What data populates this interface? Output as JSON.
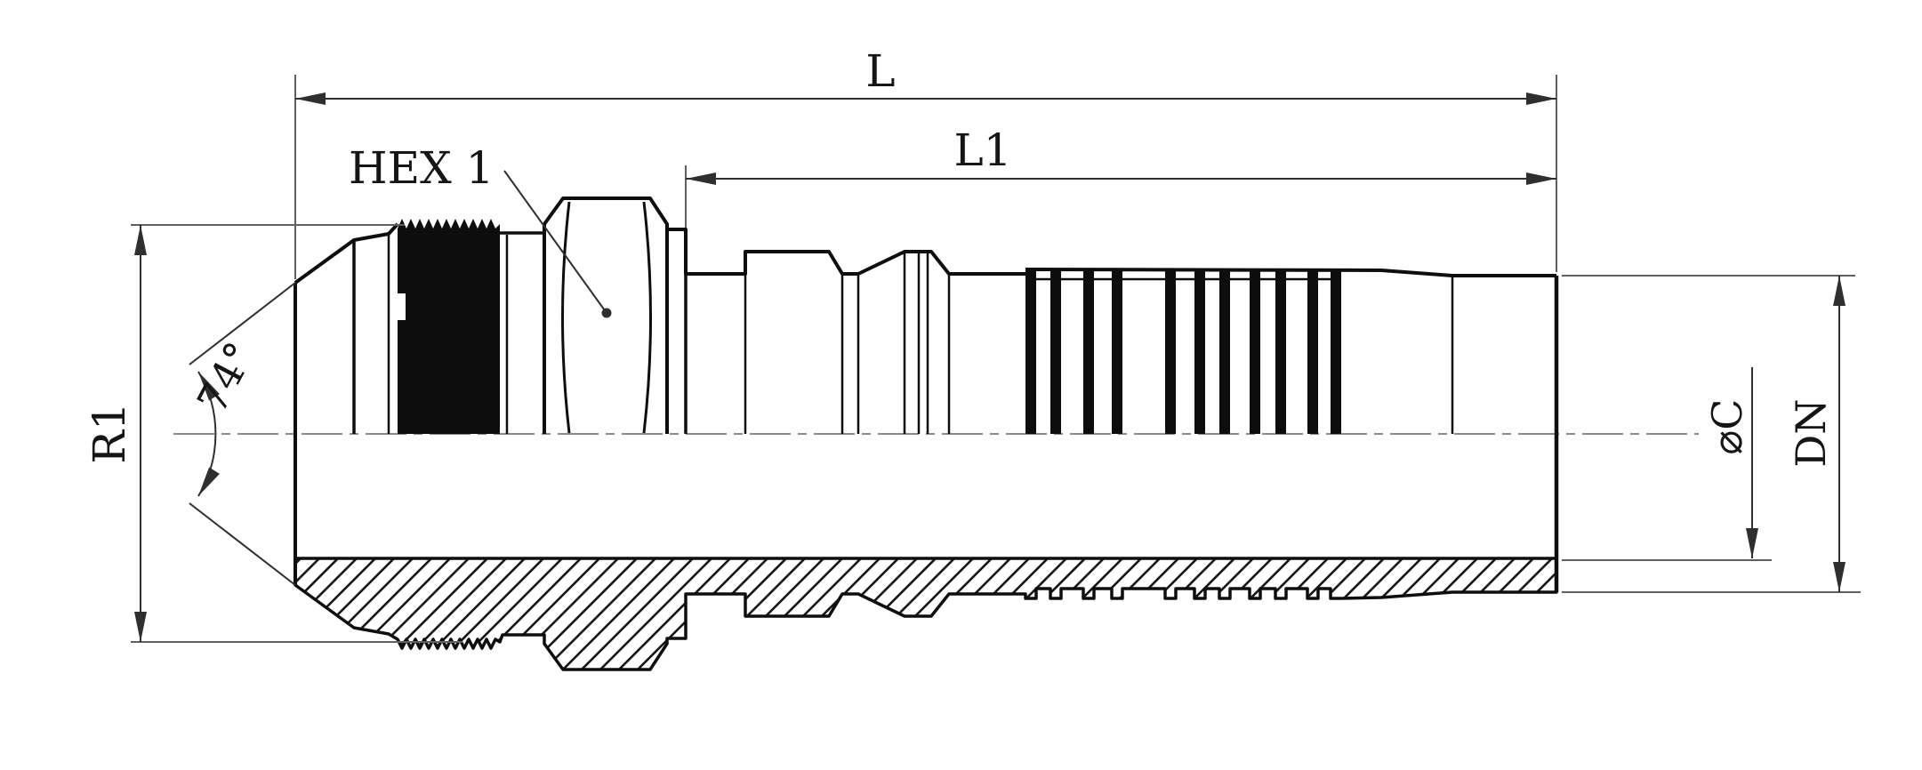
{
  "drawing": {
    "kind": "engineering cross-section of a hydraulic hose fitting (male cone end, threaded, hex nut, barbed hose tail)",
    "labels": {
      "overall_length": "L",
      "tail_length": "L1",
      "hex_size": "HEX 1",
      "thread_size": "R1",
      "cone_angle": "74°",
      "bore_diameter": "⌀C",
      "nominal_diameter": "DN"
    },
    "colors": {
      "outline": "#0e0e0e",
      "dimension": "#2f2f2f",
      "extension": "#606060",
      "centerline": "#8a8a8a",
      "background": "#ffffff"
    }
  }
}
